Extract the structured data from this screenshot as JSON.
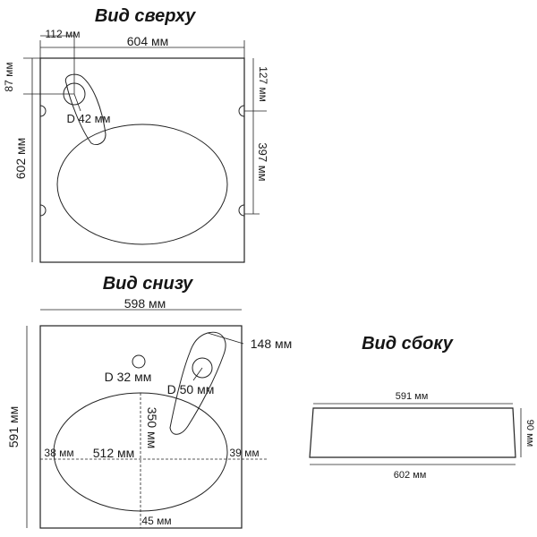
{
  "top_view": {
    "title": "Вид сверху",
    "dim_inset": "112 мм",
    "dim_width": "604 мм",
    "dim_side_left": "87 мм",
    "dim_height": "602 мм",
    "dim_right_top": "127 мм",
    "dim_right": "397 мм",
    "dim_hole": "D 42 мм"
  },
  "bottom_view": {
    "title": "Вид снизу",
    "dim_width": "598 мм",
    "dim_top_right": "148 мм",
    "dim_hole_small": "D 32 мм",
    "dim_hole_large": "D 50 мм",
    "dim_height": "591 мм",
    "dim_bowl_depth": "350 мм",
    "dim_left_margin": "38 мм",
    "dim_bowl_width": "512 мм",
    "dim_right_margin": "39 мм",
    "dim_bottom_margin": "45 мм"
  },
  "side_view": {
    "title": "Вид сбоку",
    "dim_top": "591 мм",
    "dim_height": "90 мм",
    "dim_bottom": "602 мм"
  }
}
